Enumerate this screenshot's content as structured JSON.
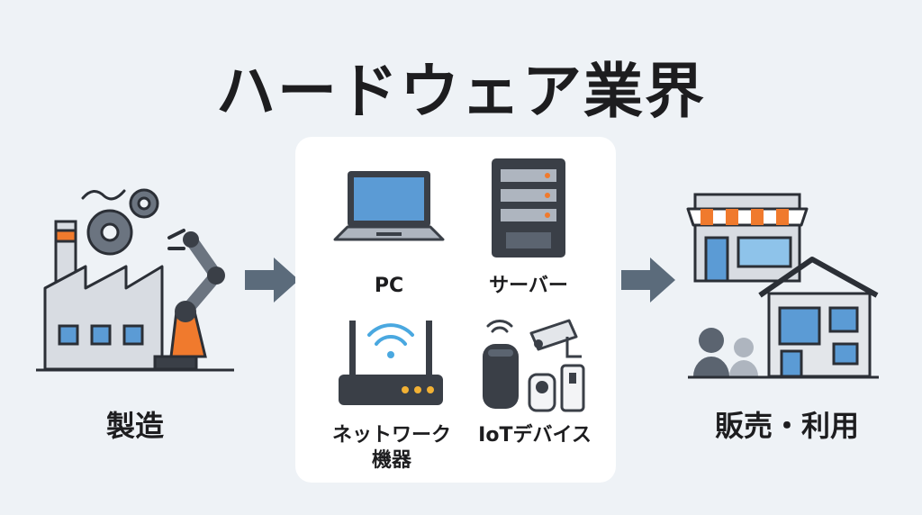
{
  "title": "ハードウェア業界",
  "stages": {
    "manufacturing": "製造",
    "sales_use": "販売・利用"
  },
  "devices": {
    "pc": "PC",
    "server": "サーバー",
    "network_line1": "ネットワーク",
    "network_line2": "機器",
    "iot": "IoTデバイス"
  },
  "colors": {
    "background": "#eef2f6",
    "panel": "#ffffff",
    "arrow": "#5b6b7b",
    "accent_orange": "#f07a2d",
    "screen_blue": "#5b9bd5",
    "dark": "#3a3f47"
  }
}
